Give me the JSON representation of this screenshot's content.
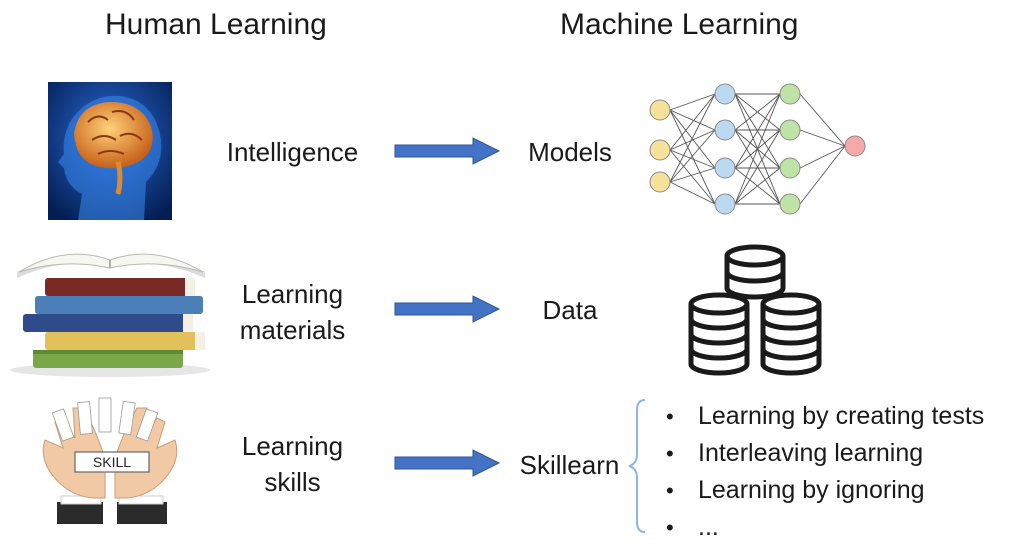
{
  "headers": {
    "human": "Human Learning",
    "machine": "Machine Learning"
  },
  "rows": [
    {
      "human": [
        "Intelligence"
      ],
      "machine": "Models",
      "human_icon": "brain-head-icon",
      "machine_icon": "neural-network-icon"
    },
    {
      "human": [
        "Learning",
        "materials"
      ],
      "machine": "Data",
      "human_icon": "book-stack-icon",
      "machine_icon": "database-icon"
    },
    {
      "human": [
        "Learning",
        "skills"
      ],
      "machine": "Skillearn",
      "human_icon": "skill-hands-icon",
      "machine_icon": "brace-icon"
    }
  ],
  "skill_card": "SKILL",
  "skillearn_items": [
    "Learning by creating tests",
    "Interleaving learning",
    "Learning by ignoring",
    "..."
  ],
  "colors": {
    "arrow": "#4472c4",
    "input_node": "#f7e09a",
    "hidden1_node": "#bcd9f2",
    "hidden2_node": "#bfe3a6",
    "output_node": "#f5a9a9",
    "brain_bg": "#0a3a86",
    "brain": "#e08a2a"
  }
}
